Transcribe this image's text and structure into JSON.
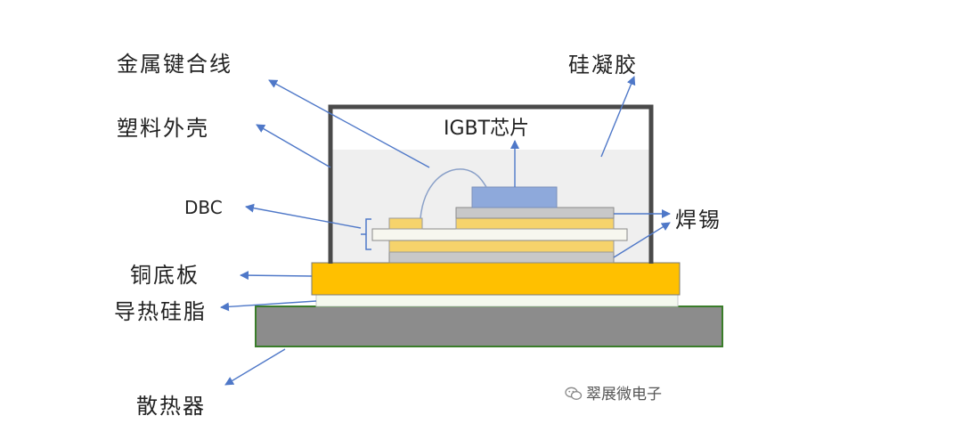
{
  "labels": {
    "wire_bond": "金属键合线",
    "plastic_housing": "塑料外壳",
    "silicone_gel": "硅凝胶",
    "igbt_chip": "IGBT芯片",
    "dbc": "DBC",
    "solder": "焊锡",
    "copper_baseplate": "铜底板",
    "thermal_grease": "导热硅脂",
    "heatsink": "散热器"
  },
  "watermark": {
    "icon": "wechat-icon",
    "text": "翠展微电子"
  },
  "colors": {
    "housing": "#4a4a4a",
    "gel": "#efefef",
    "chip": "#8ea9db",
    "solder": "#f6d36b",
    "ceramic": "#f7f7ef",
    "copper_layer": "#c8c8c8",
    "baseplate": "#ffc000",
    "grease": "#f4f9ee",
    "heatsink": "#8c8c8c",
    "heatsink_border": "#3a7d2a",
    "arrow": "#4f78c8"
  }
}
